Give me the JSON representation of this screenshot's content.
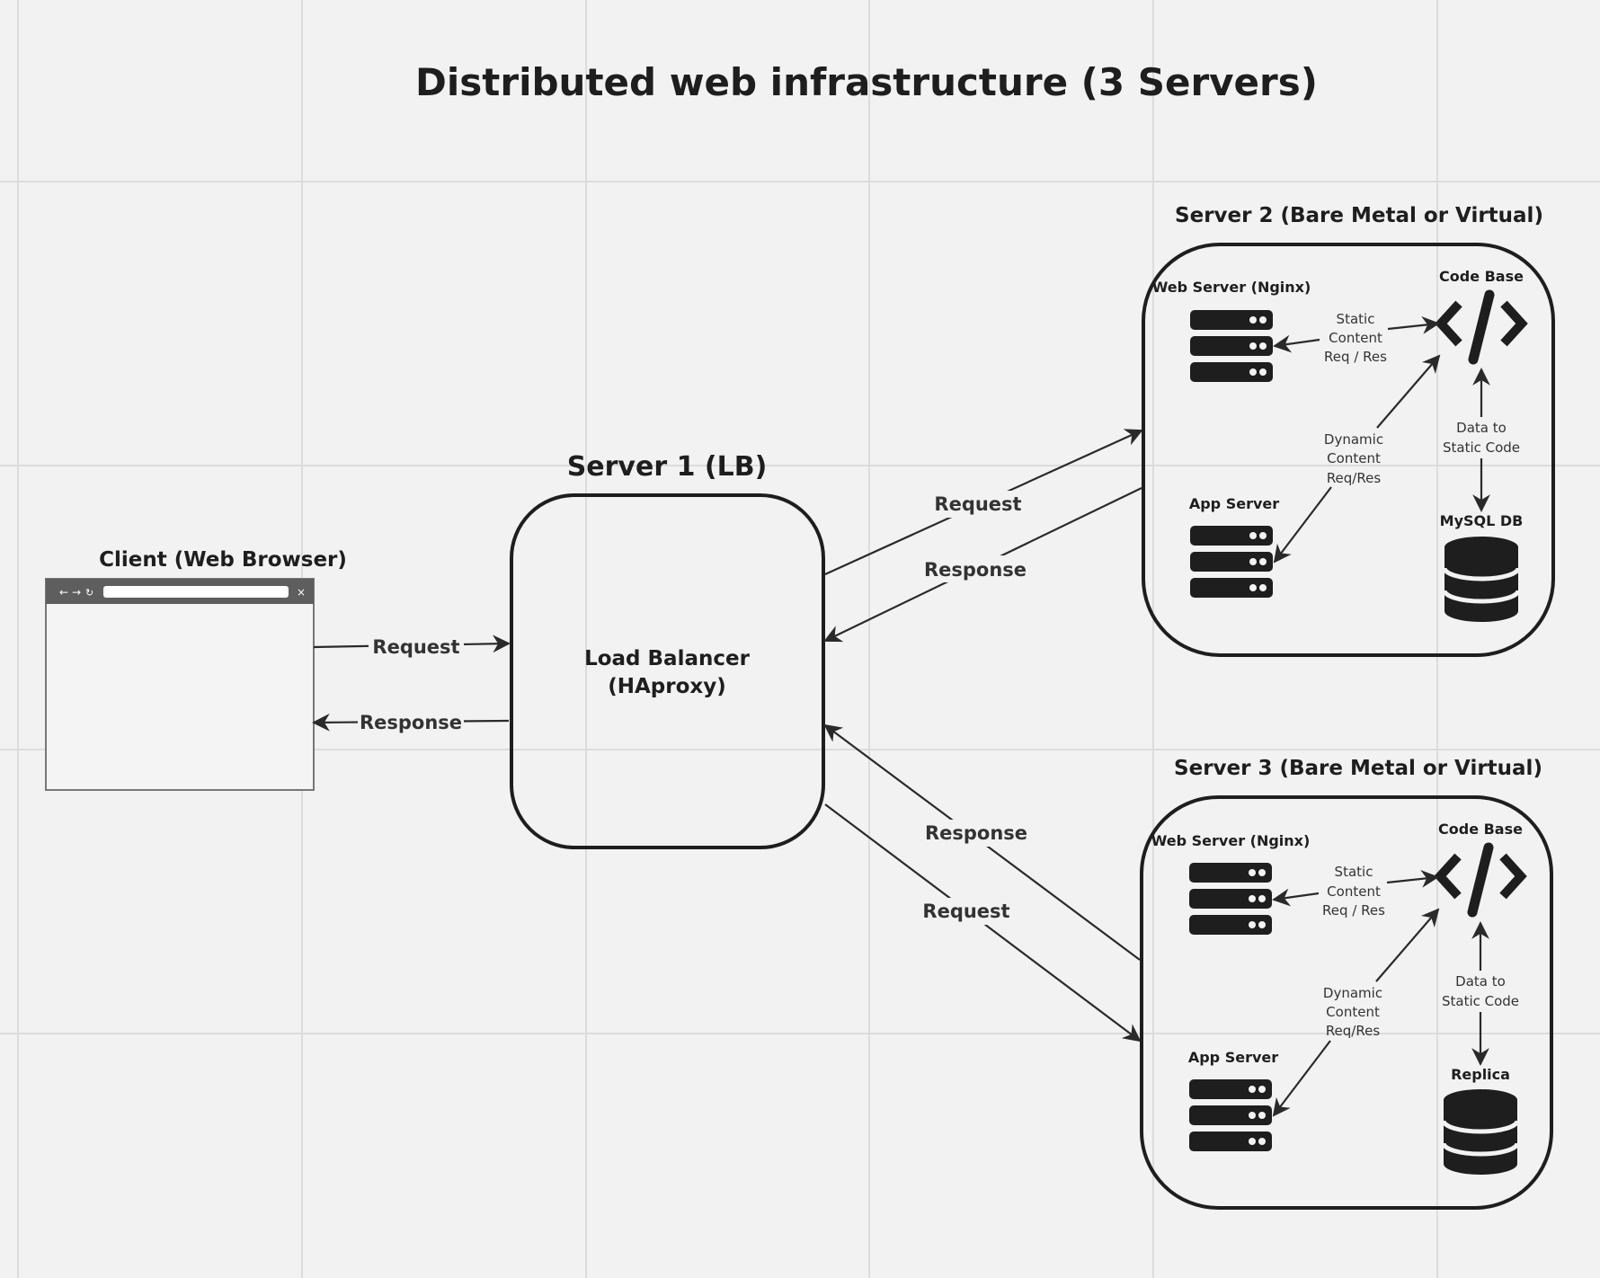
{
  "title": "Distributed web infrastructure (3 Servers)",
  "client": {
    "label": "Client (Web Browser)",
    "browser_icons": [
      "back-arrow-icon",
      "forward-arrow-icon",
      "reload-icon",
      "close-icon"
    ]
  },
  "server1": {
    "label": "Server 1 (LB)",
    "line1": "Load Balancer",
    "line2": "(HAproxy)"
  },
  "server2": {
    "label": "Server 2 (Bare Metal or Virtual)",
    "web_server": "Web Server (Nginx)",
    "code_base": "Code Base",
    "app_server": "App Server",
    "db": "MySQL DB",
    "static": [
      "Static",
      "Content",
      "Req / Res"
    ],
    "dynamic": [
      "Dynamic",
      "Content",
      "Req/Res"
    ],
    "data": [
      "Data to",
      "Static Code"
    ]
  },
  "server3": {
    "label": "Server 3 (Bare Metal or Virtual)",
    "web_server": "Web Server (Nginx)",
    "code_base": "Code Base",
    "app_server": "App Server",
    "db": "Replica",
    "static": [
      "Static",
      "Content",
      "Req / Res"
    ],
    "dynamic": [
      "Dynamic",
      "Content",
      "Req/Res"
    ],
    "data": [
      "Data to",
      "Static Code"
    ]
  },
  "arrows": {
    "client_request": "Request",
    "client_response": "Response",
    "s2_request": "Request",
    "s2_response": "Response",
    "s3_response": "Response",
    "s3_request": "Request"
  },
  "colors": {
    "background": "#f2f2f2",
    "grid": "#dcdcdc",
    "ink": "#1e1e1e",
    "browser_bar": "#5e5e5e"
  }
}
